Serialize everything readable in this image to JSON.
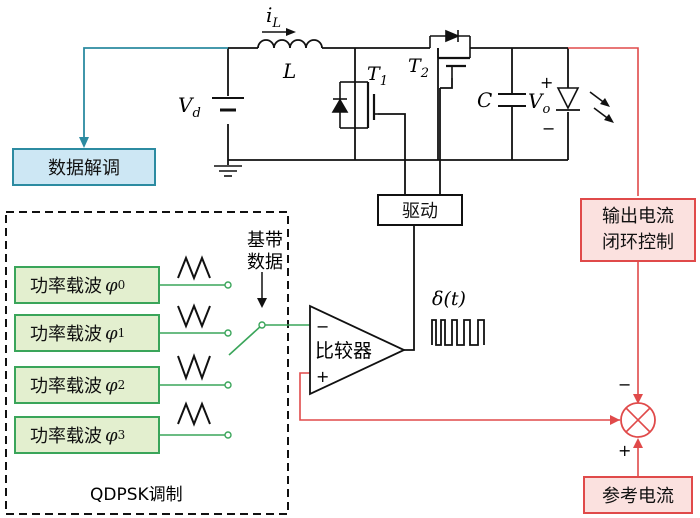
{
  "labels": {
    "inductor_current": "i",
    "inductor_current_sub": "L",
    "inductor": "L",
    "source": "V",
    "source_sub": "d",
    "switch1": "T",
    "switch1_sub": "1",
    "switch2": "T",
    "switch2_sub": "2",
    "capacitor": "C",
    "output_voltage": "V",
    "output_voltage_sub": "o",
    "out_plus": "+",
    "out_minus": "−",
    "delta_t": "δ(t)",
    "baseband_line1": "基带",
    "baseband_line2": "数据",
    "comp_minus": "−",
    "comp_plus": "+",
    "sum_minus": "−",
    "sum_plus": "+",
    "qdpsk": "QDPSK调制"
  },
  "boxes": {
    "data_demod": "数据解调",
    "driver": "驱动",
    "output_control_line1": "输出电流",
    "output_control_line2": "闭环控制",
    "reference": "参考电流",
    "comparator": "比较器"
  },
  "carriers": [
    {
      "label": "功率载波",
      "phi": "φ",
      "sub": "0"
    },
    {
      "label": "功率载波",
      "phi": "φ",
      "sub": "1"
    },
    {
      "label": "功率载波",
      "phi": "φ",
      "sub": "2"
    },
    {
      "label": "功率载波",
      "phi": "φ",
      "sub": "3"
    }
  ],
  "colors": {
    "wire": "#111111",
    "green": "#3aa55a",
    "green_fill": "#e3efcf",
    "blue": "#2c8ba1",
    "blue_fill": "#cde7f4",
    "red": "#e04a4a",
    "red_fill": "#fbe1df"
  }
}
